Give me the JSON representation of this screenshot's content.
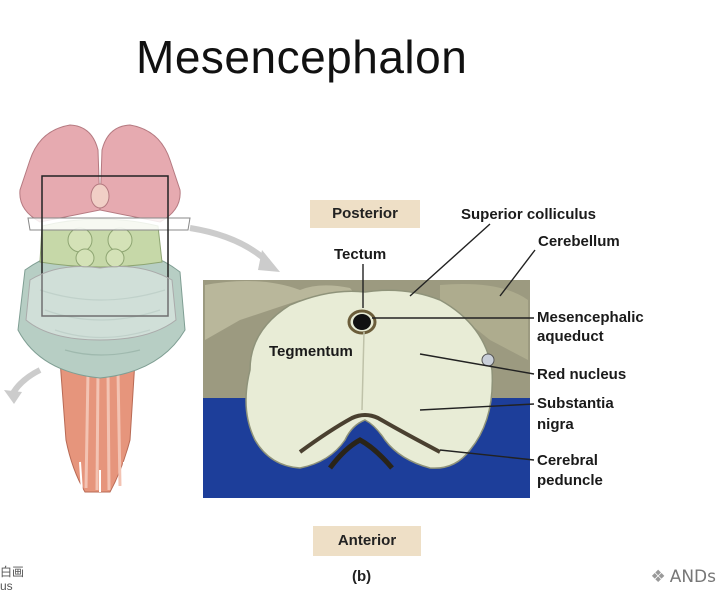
{
  "title": "Mesencephalon",
  "orientation": {
    "top": "Posterior",
    "bottom": "Anterior"
  },
  "figure_label": "(b)",
  "labels": {
    "tectum": "Tectum",
    "tegmentum": "Tegmentum",
    "superior_colliculus": "Superior colliculus",
    "cerebellum": "Cerebellum",
    "mesencephalic_aqueduct_1": "Mesencephalic",
    "mesencephalic_aqueduct_2": "aqueduct",
    "red_nucleus": "Red nucleus",
    "substantia_nigra_1": "Substantia",
    "substantia_nigra_2": "nigra",
    "cerebral_peduncle_1": "Cerebral",
    "cerebral_peduncle_2": "peduncle"
  },
  "watermark": "ANDs",
  "corner_text": {
    "line1": "白画",
    "line2": "us"
  },
  "colors": {
    "tag_bg": "#eedfc6",
    "background_blue": "#1d3e9a",
    "pink": "#e6aab0",
    "teal": "#b7cec4",
    "green": "#c6d8a8",
    "orange": "#e6957c"
  }
}
